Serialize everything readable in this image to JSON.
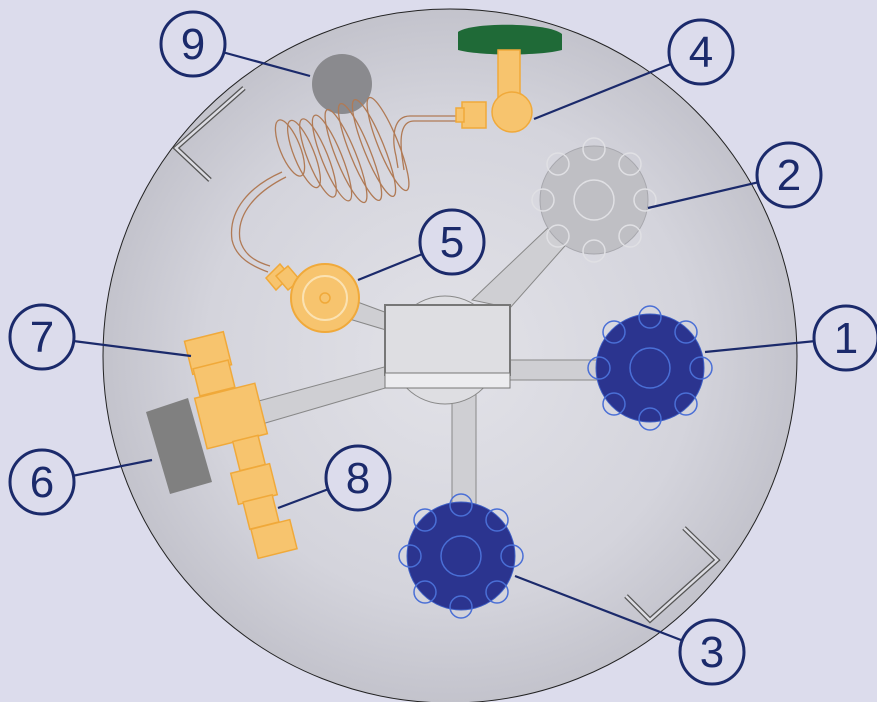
{
  "colors": {
    "background": "#dcdcec",
    "dish": "#d3d3dc",
    "callout": "#1b2a6b",
    "brass": "#f7c46e",
    "brass_stroke": "#f0a93a",
    "copper_coil": "#b07a55",
    "blue_cylinder": "#2b348f",
    "gray_cylinder": "#bfbfc4",
    "green_handle": "#1f6a37",
    "dark_gray": "#808080"
  },
  "callouts": [
    {
      "id": "1",
      "label": "1",
      "part": "blue-cylinder"
    },
    {
      "id": "2",
      "label": "2",
      "part": "gray-cylinder"
    },
    {
      "id": "3",
      "label": "3",
      "part": "blue-cylinder"
    },
    {
      "id": "4",
      "label": "4",
      "part": "valve-with-green-handle"
    },
    {
      "id": "5",
      "label": "5",
      "part": "round-brass-fitting"
    },
    {
      "id": "6",
      "label": "6",
      "part": "gray-block"
    },
    {
      "id": "7",
      "label": "7",
      "part": "brass-coupling"
    },
    {
      "id": "8",
      "label": "8",
      "part": "brass-coupling"
    },
    {
      "id": "9",
      "label": "9",
      "part": "gray-ball"
    }
  ]
}
